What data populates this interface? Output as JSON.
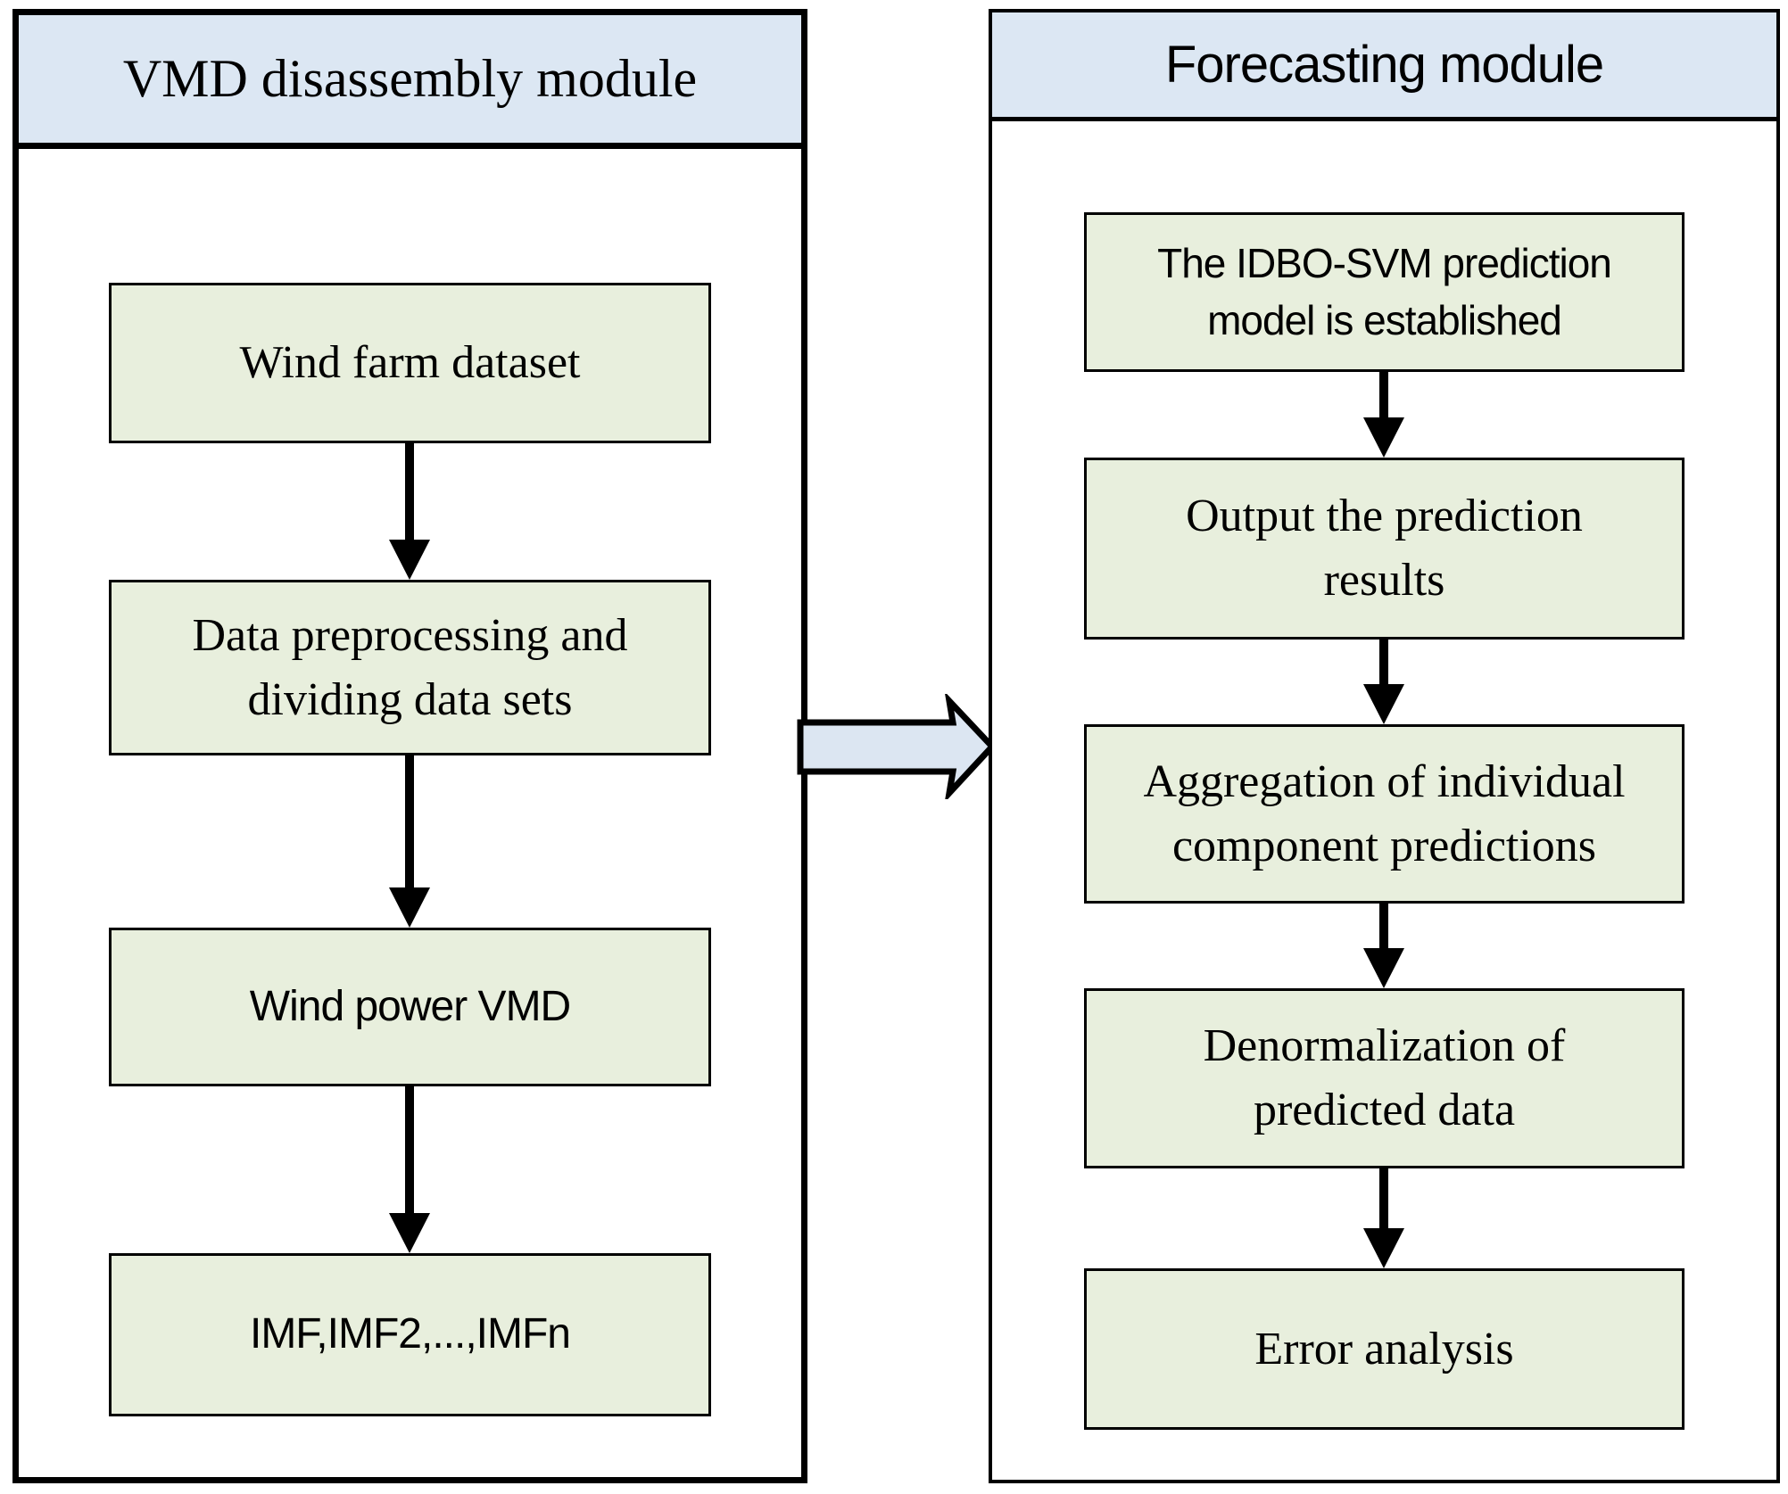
{
  "modules": [
    {
      "title": "VMD disassembly module",
      "boxes": [
        {
          "label": "Wind farm dataset"
        },
        {
          "label": "Data preprocessing and dividing data sets"
        },
        {
          "label": "Wind power VMD"
        },
        {
          "label": "IMF,IMF2,...,IMFn"
        }
      ]
    },
    {
      "title": "Forecasting module",
      "boxes": [
        {
          "label": "The IDBO-SVM prediction model is established"
        },
        {
          "label": "Output the prediction results"
        },
        {
          "label": "Aggregation of individual component predictions"
        },
        {
          "label": "Denormalization of predicted data"
        },
        {
          "label": "Error analysis"
        }
      ]
    }
  ],
  "colors": {
    "header_fill": "#dce7f3",
    "box_fill": "#e8efdd",
    "connector_fill": "#dce6f2",
    "line": "#000000"
  }
}
